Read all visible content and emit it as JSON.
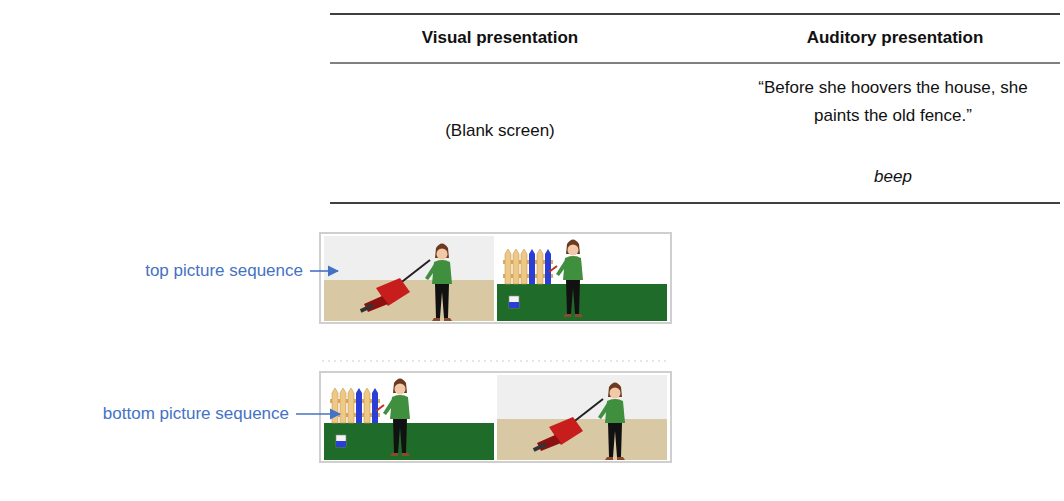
{
  "diagram": {
    "labels": [
      "Visual presentation",
      "Auditory presentation",
      "(Blank screen)",
      "“Before she hoovers the house, she paints the old fence.”",
      "beep",
      "top picture sequence",
      "bottom picture sequence"
    ]
  }
}
